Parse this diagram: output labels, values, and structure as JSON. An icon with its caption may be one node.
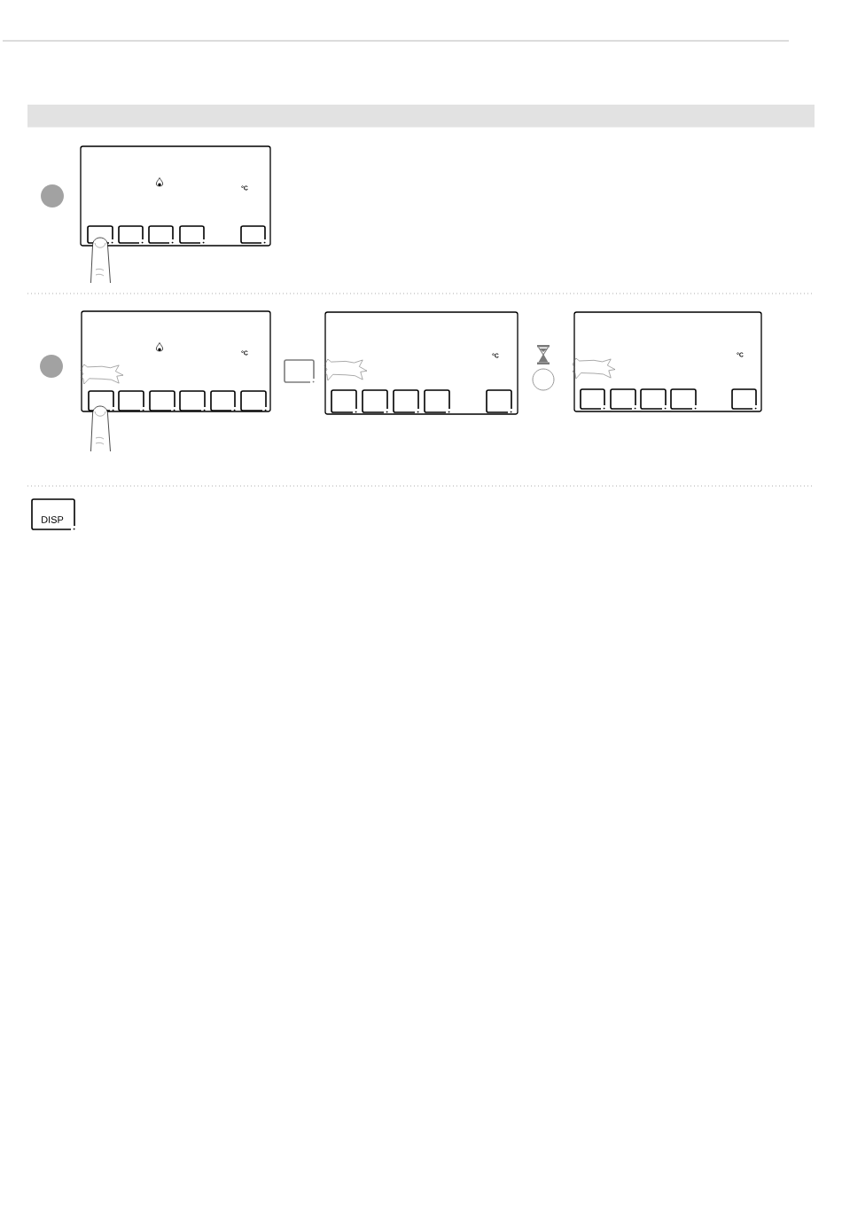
{
  "diagram": {
    "nodes": [
      {
        "text": [
          "°C"
        ]
      },
      {
        "text": [],
        "shape": "box",
        "in": 0
      },
      {
        "text": [],
        "shape": "box",
        "in": 0
      },
      {
        "text": [],
        "shape": "box",
        "in": 0
      },
      {
        "text": [],
        "shape": "box",
        "in": 0
      },
      {
        "text": [],
        "shape": "box",
        "in": 0
      },
      {
        "text": [
          "°C"
        ]
      },
      {
        "text": [],
        "shape": "box",
        "in": 6
      },
      {
        "text": [],
        "shape": "box",
        "in": 6
      },
      {
        "text": [],
        "shape": "box",
        "in": 6
      },
      {
        "text": [],
        "shape": "box",
        "in": 6
      },
      {
        "text": [],
        "shape": "box",
        "in": 6
      },
      {
        "text": [],
        "shape": "box",
        "in": 6
      },
      {
        "text": [],
        "shape": "box"
      },
      {
        "text": [
          "°C"
        ]
      },
      {
        "text": [],
        "shape": "box",
        "in": 14
      },
      {
        "text": [],
        "shape": "box",
        "in": 14
      },
      {
        "text": [],
        "shape": "box",
        "in": 14
      },
      {
        "text": [],
        "shape": "box",
        "in": 14
      },
      {
        "text": [],
        "shape": "box",
        "in": 14
      },
      {
        "text": [
          "°C"
        ]
      },
      {
        "text": [],
        "shape": "box",
        "in": 20
      },
      {
        "text": [],
        "shape": "box",
        "in": 20
      },
      {
        "text": [],
        "shape": "box",
        "in": 20
      },
      {
        "text": [],
        "shape": "box",
        "in": 20
      },
      {
        "text": [],
        "shape": "box",
        "in": 20
      },
      {
        "text": [
          "DISP"
        ]
      }
    ]
  }
}
